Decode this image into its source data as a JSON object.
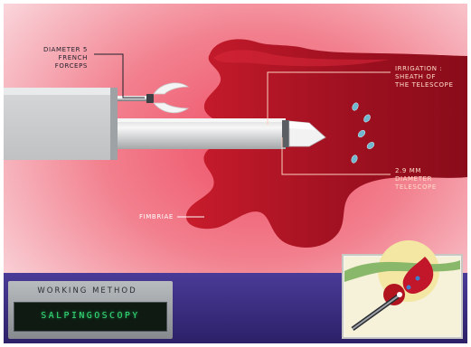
{
  "labels": {
    "forceps": [
      "DIAMETER 5",
      "FRENCH",
      "FORCEPS"
    ],
    "irrigation": [
      "IRRIGATION :",
      "SHEATH OF",
      "THE TELESCOPE"
    ],
    "telescope": [
      "2.9 MM",
      "DIAMETER",
      "TELESCOPE"
    ],
    "fimbriae": "FIMBRIAE"
  },
  "badge": {
    "title": "WORKING METHOD",
    "value": "SALPINGOSCOPY"
  },
  "colors": {
    "background_glow": "#ee5a6e",
    "tube": "#b01424",
    "floor": "#3f2f8c",
    "display_text": "#35e07a"
  }
}
